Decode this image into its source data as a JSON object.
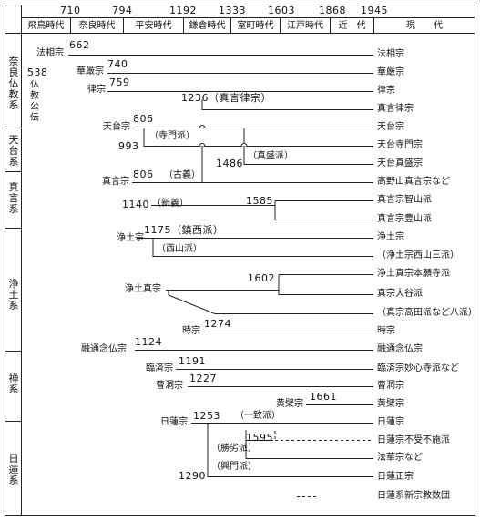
{
  "header": {
    "years": [
      "710",
      "794",
      "1192",
      "1333",
      "1603",
      "1868",
      "1945"
    ],
    "eras": [
      "飛鳥時代",
      "奈良時代",
      "平安時代",
      "鎌倉時代",
      "室町時代",
      "江戸時代",
      "近　代",
      "現　　代"
    ]
  },
  "groups": [
    "奈良仏教系",
    "天台系",
    "真言系",
    "浄土系",
    "禅系",
    "日蓮系"
  ],
  "nara": {
    "year_538": "538",
    "buddhism_arrival": "仏教公伝"
  },
  "labels": {
    "hosso_start": "法相宗",
    "hosso_year": "662",
    "hosso_end": "法相宗",
    "kegon_start": "華厳宗",
    "kegon_year": "740",
    "kegon_end": "華厳宗",
    "ritsu_start": "律宗",
    "ritsu_year": "759",
    "ritsu_end": "律宗",
    "shingon_ritsu_year": "1236（真言律宗）",
    "shingon_ritsu_end": "真言律宗",
    "tendai_start": "天台宗",
    "tendai_year": "806",
    "tendai_end": "天台宗",
    "jimon_branch": "（寺門派）",
    "jimon_year": "993",
    "jimon_end": "天台寺門宗",
    "shinsei_branch": "（真盛派）",
    "shinsei_year": "1486",
    "shinsei_end": "天台真盛宗",
    "shingon_start": "真言宗",
    "shingon_year": "806",
    "kogi_branch": "（古義）",
    "koyasan_end": "高野山真言宗など",
    "shingi_year": "1140",
    "shingi_branch": "（新義）",
    "chisan_year": "1585",
    "chisan_end": "真言宗智山派",
    "buzan_end": "真言宗豊山派",
    "jodo_year": "1175（鎮西派）",
    "jodo_start": "浄土宗",
    "jodo_end": "浄土宗",
    "seizan_branch": "（西山派）",
    "seizan_end": "（浄土宗西山三派）",
    "shin_start": "浄土真宗",
    "shin_year": "1602",
    "hongwanji_end": "浄土真宗本願寺派",
    "otani_end": "真宗大谷派",
    "takada_end": "（真宗高田派など八派）",
    "ji_year": "1274",
    "ji_start": "時宗",
    "ji_end": "時宗",
    "yuzu_year": "1124",
    "yuzu_start": "融通念仏宗",
    "yuzu_end": "融通念仏宗",
    "rinzai_year": "1191",
    "rinzai_start": "臨済宗",
    "rinzai_end": "臨済宗妙心寺派など",
    "soto_year": "1227",
    "soto_start": "曹洞宗",
    "soto_end": "曹洞宗",
    "obaku_start": "黄檗宗",
    "obaku_year": "1661",
    "obaku_end": "黄檗宗",
    "nichiren_start": "日蓮宗",
    "nichiren_year": "1253",
    "itchi_branch": "（一致派）",
    "nichiren_end": "日蓮宗",
    "fujufuse_year": "1595",
    "fujufuse_end": "日蓮宗不受不施派",
    "shoretsu_branch": "（勝劣派）",
    "hokke_end": "法華宗など",
    "komon_year": "1290",
    "komon_branch": "（興門派）",
    "shoshu_end": "日蓮正宗",
    "new_sects": "日蓮系新宗教数団"
  },
  "colors": {
    "line": "#222222",
    "grid": "#9a9a9a",
    "header_bg": "#ffffff"
  }
}
